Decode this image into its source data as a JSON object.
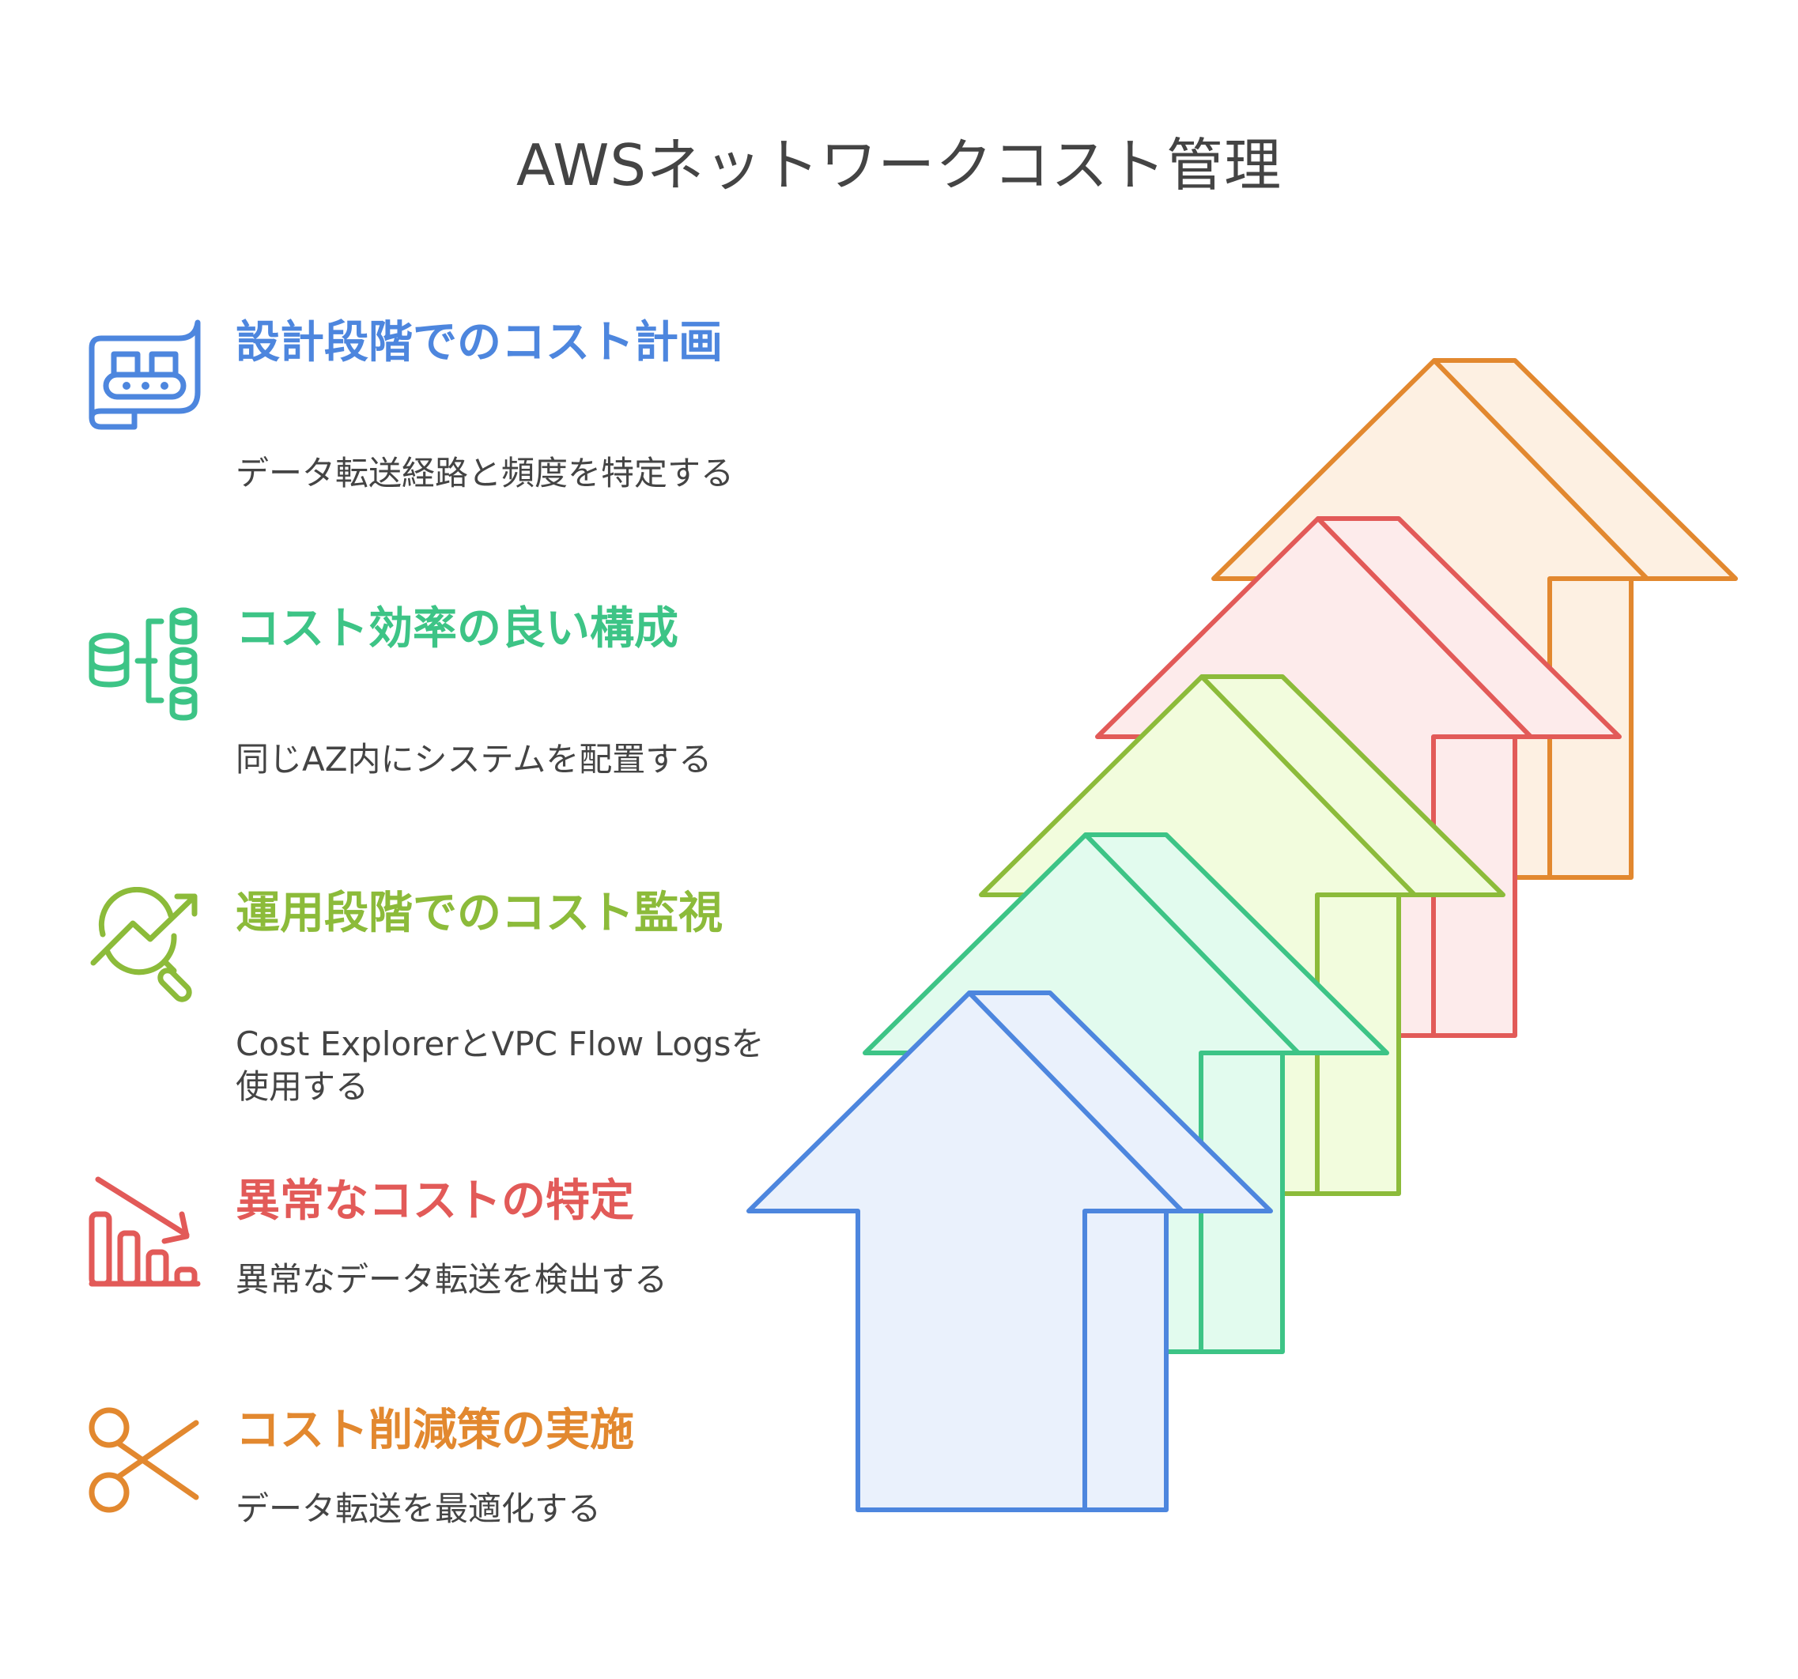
{
  "title": "AWSネットワークコスト管理",
  "colors": {
    "blue": "#4D86DE",
    "green": "#3DC486",
    "lime": "#8CBB3A",
    "red": "#E25A58",
    "orange": "#E2882F",
    "text": "#444444"
  },
  "steps": [
    {
      "heading": "設計段階でのコスト計画",
      "description": "データ転送経路と頻度を特定する",
      "icon": "blueprint-conveyor-icon",
      "color": "#4D86DE",
      "fill": "#EAF1FC"
    },
    {
      "heading": "コスト効率の良い構成",
      "description": "同じAZ内にシステムを配置する",
      "icon": "database-cluster-icon",
      "color": "#3DC486",
      "fill": "#E2FBEE"
    },
    {
      "heading": "運用段階でのコスト監視",
      "description": "Cost ExplorerとVPC Flow Logsを使用する",
      "icon": "trend-magnifier-icon",
      "color": "#8CBB3A",
      "fill": "#F2FCDD"
    },
    {
      "heading": "異常なコストの特定",
      "description": "異常なデータ転送を検出する",
      "icon": "declining-bar-chart-icon",
      "color": "#E25A58",
      "fill": "#FDEBEB"
    },
    {
      "heading": "コスト削減策の実施",
      "description": "データ転送を最適化する",
      "icon": "scissors-icon",
      "color": "#E2882F",
      "fill": "#FDF0E2"
    }
  ]
}
